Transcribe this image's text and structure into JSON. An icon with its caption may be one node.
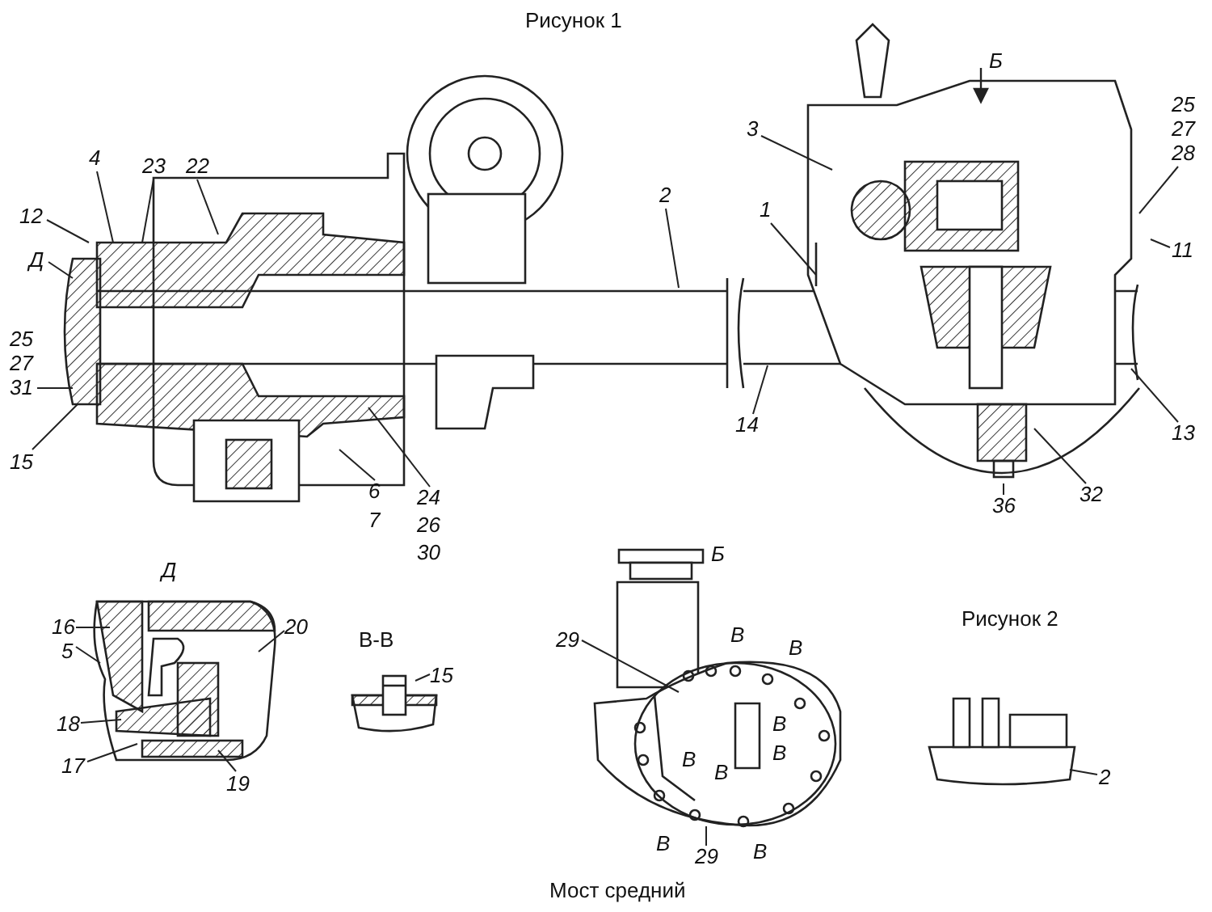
{
  "diagram": {
    "caption": "Мост средний",
    "nodes": [
      {
        "text": [
          "23"
        ]
      },
      {
        "text": [
          "22"
        ]
      },
      {
        "text": [
          "4"
        ]
      },
      {
        "text": [
          "12"
        ]
      },
      {
        "text": [
          "Д"
        ]
      },
      {
        "text": [
          "31"
        ]
      },
      {
        "text": [
          "15"
        ]
      },
      {
        "text": [
          "6"
        ]
      },
      {
        "text": [
          "24"
        ]
      },
      {
        "text": [
          "2"
        ]
      },
      {
        "text": [
          "1"
        ]
      },
      {
        "text": [
          "3"
        ]
      },
      {
        "text": [
          "14"
        ]
      },
      {
        "text": [
          "13"
        ]
      },
      {
        "text": [
          "28"
        ]
      },
      {
        "text": [
          "11"
        ]
      },
      {
        "text": [
          "32"
        ]
      },
      {
        "text": [
          "36"
        ]
      },
      {
        "text": [
          "16"
        ]
      },
      {
        "text": [
          "5"
        ]
      },
      {
        "text": [
          "20"
        ]
      },
      {
        "text": [
          "18"
        ]
      },
      {
        "text": [
          "17"
        ]
      },
      {
        "text": [
          "19"
        ]
      },
      {
        "text": [
          "15"
        ]
      },
      {
        "text": [
          "29"
        ]
      },
      {
        "text": [
          "29"
        ]
      },
      {
        "text": [
          "2"
        ]
      },
      {
        "text": [],
        "shape": "picture"
      }
    ],
    "edges": [
      {
        "from": 0,
        "to": null,
        "arrow": "none"
      },
      {
        "from": 1,
        "to": null,
        "arrow": "none"
      },
      {
        "from": 2,
        "to": null,
        "arrow": "none"
      },
      {
        "from": 3,
        "to": null,
        "arrow": "none"
      },
      {
        "from": 4,
        "to": null,
        "arrow": "none"
      },
      {
        "from": 5,
        "to": null,
        "arrow": "none"
      },
      {
        "from": 6,
        "to": null,
        "arrow": "none"
      },
      {
        "from": 7,
        "to": null,
        "arrow": "none"
      },
      {
        "from": 8,
        "to": null,
        "arrow": "none"
      },
      {
        "from": 9,
        "to": null,
        "arrow": "none"
      },
      {
        "from": 10,
        "to": null,
        "arrow": "none"
      },
      {
        "from": 11,
        "to": null,
        "arrow": "none"
      },
      {
        "from": 12,
        "to": null,
        "arrow": "none"
      },
      {
        "from": 13,
        "to": null,
        "arrow": "none"
      },
      {
        "from": 14,
        "to": null,
        "arrow": "none"
      },
      {
        "from": 15,
        "to": null,
        "arrow": "none"
      },
      {
        "from": 16,
        "to": null,
        "arrow": "none"
      },
      {
        "from": 17,
        "to": null,
        "arrow": "none"
      },
      {
        "from": 18,
        "to": null,
        "arrow": "none"
      },
      {
        "from": 19,
        "to": null,
        "arrow": "none"
      },
      {
        "from": 20,
        "to": null,
        "arrow": "none"
      },
      {
        "from": 21,
        "to": null,
        "arrow": "none"
      },
      {
        "from": 22,
        "to": null,
        "arrow": "none"
      },
      {
        "from": 23,
        "to": null,
        "arrow": "none"
      },
      {
        "from": 24,
        "to": null,
        "arrow": "none"
      },
      {
        "from": 25,
        "to": 28,
        "arrow": "none"
      },
      {
        "from": 26,
        "to": 28,
        "arrow": "none"
      },
      {
        "from": 27,
        "to": null,
        "arrow": "none"
      }
    ],
    "labels": [
      "Рисунок 1",
      "Б",
      "25",
      "27",
      "25",
      "27",
      "7",
      "26",
      "30",
      "Д",
      "Б",
      "В",
      "В",
      "В-В",
      "В",
      "В",
      "В",
      "В",
      "Рисунок 2",
      "В",
      "В"
    ]
  }
}
